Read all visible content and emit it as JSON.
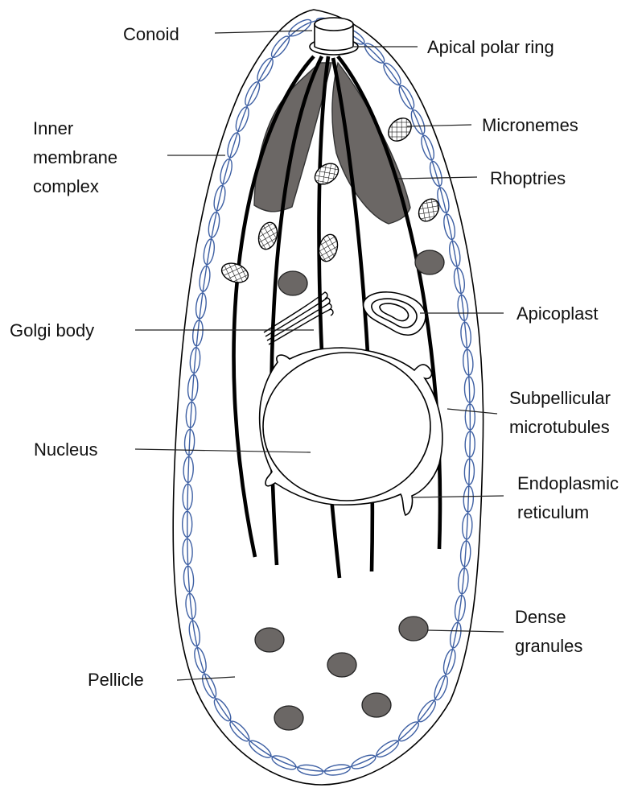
{
  "colors": {
    "outline": "#000000",
    "inner_membrane": "#3d5fa3",
    "rhoptry_fill": "#6b6765",
    "granule_fill": "#6b6765",
    "background": "#ffffff"
  },
  "labels": {
    "conoid": "Conoid",
    "apical_polar_ring": "Apical polar ring",
    "inner_membrane_complex": [
      "Inner",
      "membrane",
      "complex"
    ],
    "micronemes": "Micronemes",
    "rhoptries": "Rhoptries",
    "golgi_body": "Golgi body",
    "apicoplast": "Apicoplast",
    "subpellicular_microtubules": [
      "Subpellicular",
      "microtubules"
    ],
    "nucleus": "Nucleus",
    "endoplasmic_reticulum": [
      "Endoplasmic",
      "reticulum"
    ],
    "dense_granules": [
      "Dense",
      "granules"
    ],
    "pellicle": "Pellicle"
  },
  "icons": {
    "micronemes": "hatched-oval-icon",
    "dense_granules": "filled-oval-icon"
  }
}
